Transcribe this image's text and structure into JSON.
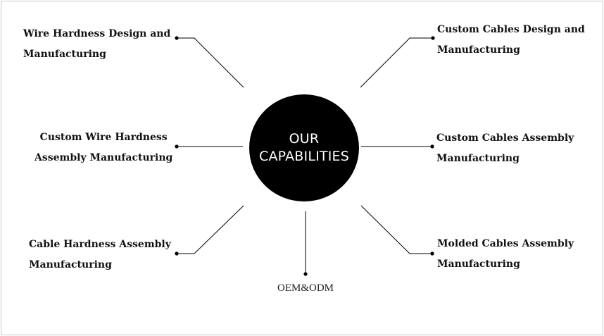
{
  "hub": {
    "line1": "OUR",
    "line2": "CAPABILITIES"
  },
  "capabilities": [
    {
      "line1": "Wire Hardness Design and",
      "line2": "Manufacturing"
    },
    {
      "line1": "Custom Cables Design and",
      "line2": "Manufacturing"
    },
    {
      "line1": "Custom Wire Hardness",
      "line2": "Assembly Manufacturing"
    },
    {
      "line1": "Custom Cables Assembly",
      "line2": "Manufacturing"
    },
    {
      "line1": "Cable Hardness Assembly",
      "line2": "Manufacturing"
    },
    {
      "line1": "Molded Cables Assembly",
      "line2": "Manufacturing"
    }
  ],
  "bottom": {
    "label": "OEM&ODM"
  },
  "colors": {
    "hub": "#000000",
    "hub_text": "#ffffff",
    "lines": "#000000",
    "text": "#111111"
  }
}
